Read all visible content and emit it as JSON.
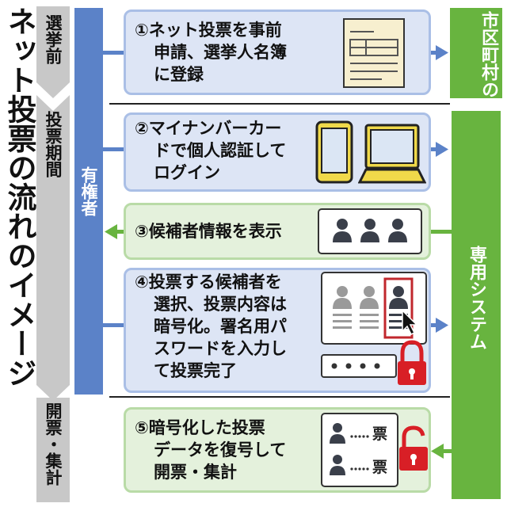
{
  "title": "ネット投票の流れのイメージ",
  "phases": {
    "before": "選挙前",
    "voting": "投票期間",
    "counting": "開票・集計"
  },
  "actor": "有権者",
  "municipality": "市区町村の選管",
  "system": "専用システム",
  "steps": {
    "s1": {
      "num": "①",
      "lines": [
        "ネット投票を事前",
        "申請、選挙人名簿",
        "に登録"
      ]
    },
    "s2": {
      "num": "②",
      "lines": [
        "マイナンバーカー",
        "ドで個人認証して",
        "ログイン"
      ]
    },
    "s3": {
      "num": "③",
      "lines": [
        "候補者情報を表示"
      ]
    },
    "s4": {
      "num": "④",
      "lines": [
        "投票する候補者を",
        "選択、投票内容は",
        "暗号化。署名用パ",
        "スワードを入力し",
        "て投票完了"
      ]
    },
    "s5": {
      "num": "⑤",
      "lines": [
        "暗号化した投票",
        "データを復号して",
        "開票・集計"
      ]
    }
  },
  "ballot_label": "票",
  "colors": {
    "blue_bar": "#5b82c8",
    "green_bar": "#68b43f",
    "phase_gray": "#c8c8c8",
    "lock_red": "#d81f26"
  }
}
